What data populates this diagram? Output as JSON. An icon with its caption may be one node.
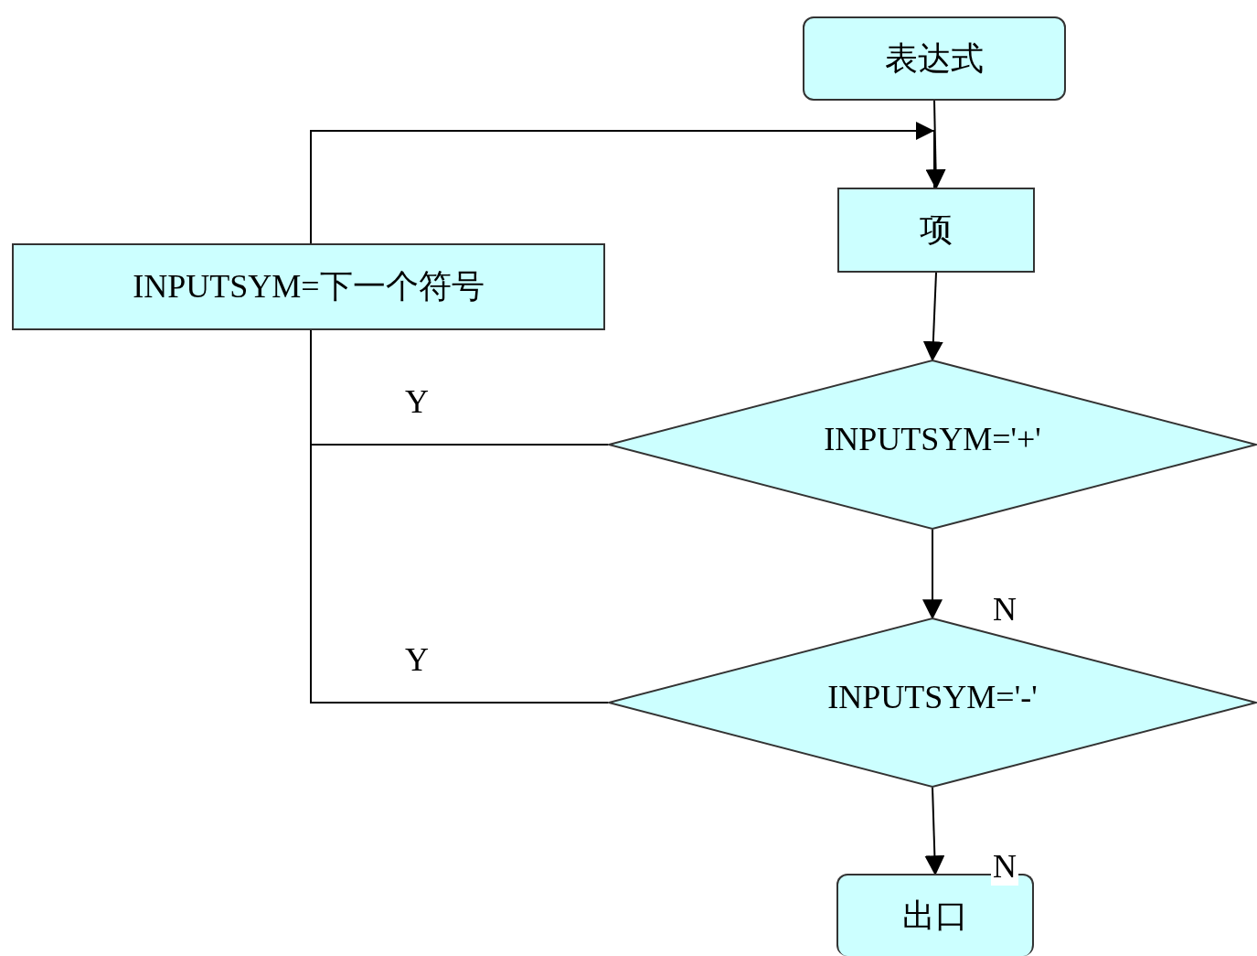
{
  "diagram": {
    "nodes": [
      {
        "text": [
          "表达式"
        ]
      },
      {
        "text": [
          "项"
        ]
      },
      {
        "text": [
          "INPUTSYM=下一个符号"
        ]
      },
      {
        "text": [
          "INPUTSYM='+'"
        ]
      },
      {
        "text": [
          "INPUTSYM='-'"
        ]
      },
      {
        "text": [
          "出口"
        ]
      }
    ],
    "edges": [
      {
        "from": 0,
        "to": 1,
        "arrow": "to"
      },
      {
        "from": 2,
        "to": 1,
        "arrow": "to"
      },
      {
        "from": 1,
        "to": 3,
        "arrow": "to"
      },
      {
        "from": 3,
        "to": 2,
        "arrow": "none",
        "label": "Y"
      },
      {
        "from": 3,
        "to": 4,
        "arrow": "to",
        "label": "N"
      },
      {
        "from": 4,
        "to": 2,
        "arrow": "none",
        "label": "Y"
      },
      {
        "from": 4,
        "to": 5,
        "arrow": "to",
        "label": "N"
      }
    ]
  }
}
